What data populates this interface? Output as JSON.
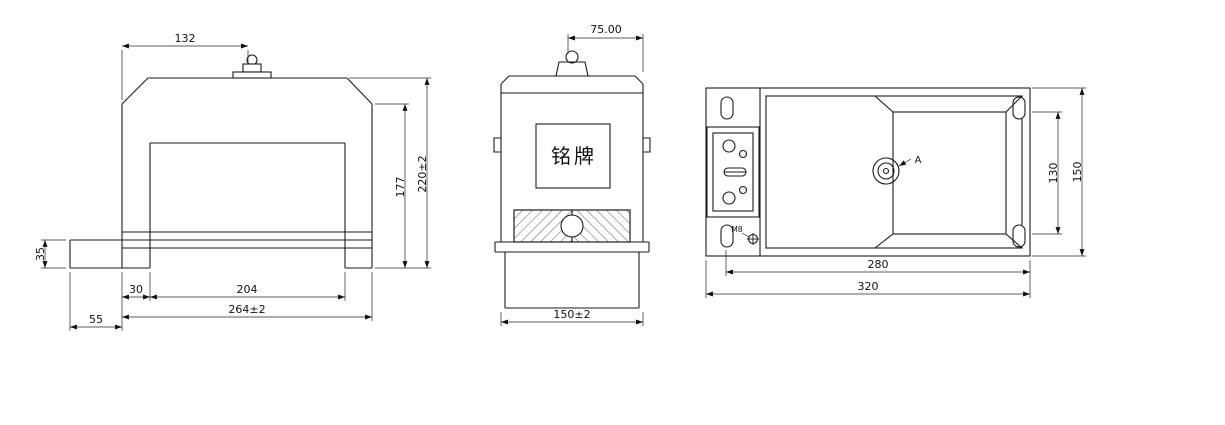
{
  "front_view": {
    "dim_top_width": "132",
    "dim_inner_height": "177",
    "dim_total_height": "220±2",
    "dim_bracket_height": "35",
    "dim_foot_offset": "30",
    "dim_inner_width": "204",
    "dim_total_width": "264±2",
    "dim_bracket_width": "55"
  },
  "side_view": {
    "dim_top_offset": "75.00",
    "dim_total_width": "150±2",
    "nameplate_label": "铭牌"
  },
  "top_view": {
    "dim_inner_width": "280",
    "dim_total_width": "320",
    "dim_inner_depth": "130",
    "dim_total_depth": "150",
    "thread_label": "M8",
    "view_label": "A"
  }
}
